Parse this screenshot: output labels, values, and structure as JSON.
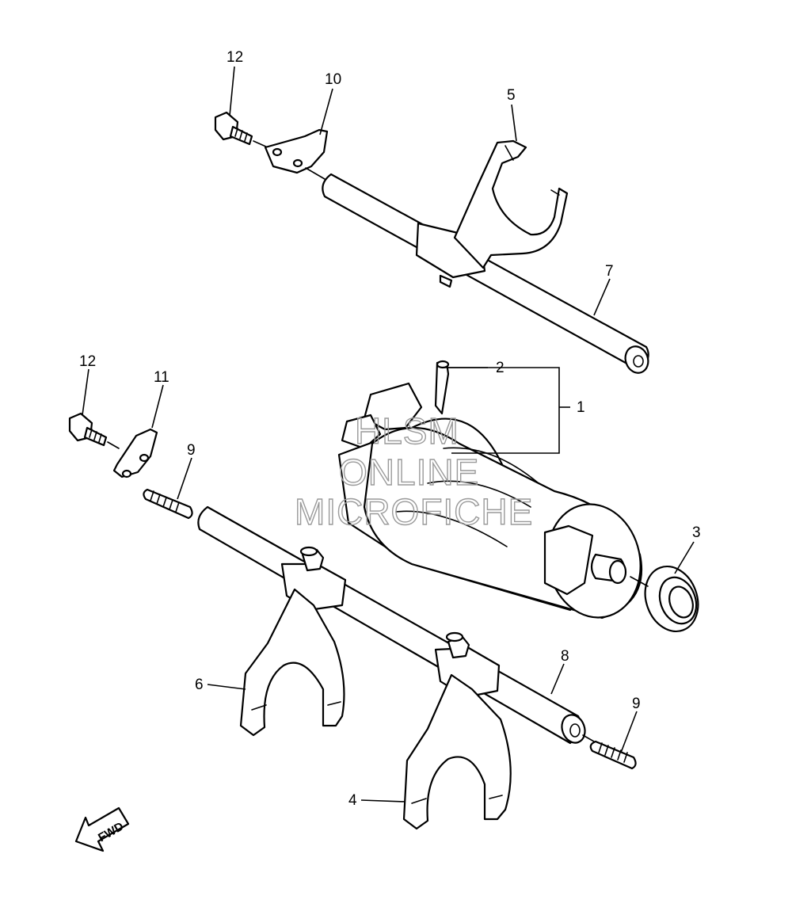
{
  "callouts": {
    "c1": "1",
    "c2": "2",
    "c3": "3",
    "c4": "4",
    "c5": "5",
    "c6": "6",
    "c7": "7",
    "c8": "8",
    "c9a": "9",
    "c9b": "9",
    "c10": "10",
    "c11": "11",
    "c12a": "12",
    "c12b": "12"
  },
  "watermark": {
    "line1": "HLSM",
    "line2": "ONLINE",
    "line3": "MICROFICHE"
  },
  "fwd_label": "FWD"
}
